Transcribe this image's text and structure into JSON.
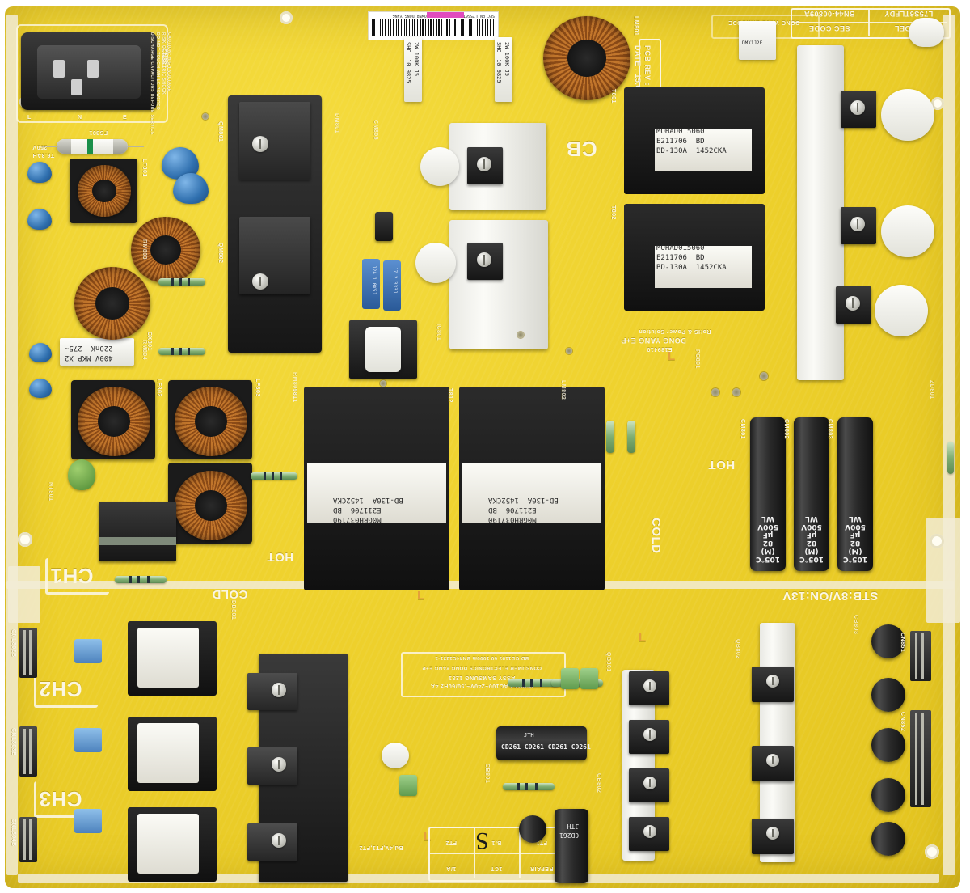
{
  "board": {
    "name": "samsung-led-tv-power-supply-board",
    "substrate_color": "#efd22e",
    "silkscreen_color": "#fbf6e2"
  },
  "header_table": {
    "col1_header": "MODEL",
    "col2_header": "SEC CODE",
    "col1_value": "L75S6TLFDY",
    "col2_value": "BN44-00809A"
  },
  "barcode": {
    "top_text": "SEC PN L75S6TLFDY ASSY PCB POWER DONG YANG",
    "vendor_label": "DONG YANG BARCODE"
  },
  "revision": {
    "line1": "PCB REV : REV 1.1",
    "line2": "DATE : 15.01.15"
  },
  "vendor": {
    "name": "DONG YANG E+P",
    "sub": "RoHS & Power Solution",
    "ul": "E189410"
  },
  "spec_block": {
    "line1": "INPUT : AC100~240V~,50/60Hz 4A",
    "line2": "ASSY  SAMSUNG 1281",
    "line3": "CONSUMER ELECTRONICS  DONG YANG E+P",
    "line4": "BD  GD1193  60 1000m BN44C1231-1"
  },
  "repair_table": {
    "row1": [
      "REPAIR",
      "1CT",
      "1/A"
    ],
    "row2": [
      "FT1",
      "B/1",
      "FT2"
    ],
    "mark": "S",
    "note": "Bd,4V,FT1,FT2"
  },
  "zone_labels": {
    "cb": "CB",
    "ch1": "CH1",
    "ch2": "CH2",
    "ch3": "CH3",
    "hot_left": "HOT",
    "hot_right": "HOT",
    "cold_left": "COLD",
    "cold_mid": "COLD",
    "cold_right": "COLD",
    "stb": "STB:8V/ON:13V",
    "l_mark_1": "L",
    "l_mark_2": "L",
    "l_mark_3": "L"
  },
  "transformers": {
    "pfc": [
      {
        "ref": "T801",
        "line1": "MOHAD015060",
        "line2": "E211706  BD",
        "line3": "BD-130A  1452CKA"
      },
      {
        "ref": "T802",
        "line1": "MOHAD015060",
        "line2": "E211706  BD",
        "line3": "BD-130A  1452CKA"
      }
    ],
    "main": [
      {
        "ref": "T811",
        "line1": "M0GRH037190",
        "line2": "E211706  BD",
        "line3": "BD-130A  1452CKA"
      },
      {
        "ref": "T812",
        "line1": "M0GRH037190",
        "line2": "E211706  BD",
        "line3": "BD-130A  1452CKA"
      }
    ]
  },
  "bulk_caps": [
    {
      "ref": "CM801",
      "cap": "82",
      "unit": "µF",
      "volt": "500V",
      "temp": "105°C (M)",
      "brand": "WL"
    },
    {
      "ref": "CM802",
      "cap": "82",
      "unit": "µF",
      "volt": "500V",
      "temp": "105°C (M)",
      "brand": "WL"
    },
    {
      "ref": "CM803",
      "cap": "82",
      "unit": "µF",
      "volt": "500V",
      "temp": "105°C (M)",
      "brand": "WL"
    }
  ],
  "film_caps": [
    {
      "ref": "CX801",
      "line1": "220nK  275~",
      "line2": "400V MKP X2"
    },
    {
      "ref": "CX802",
      "line1": "220nK  275~",
      "line2": "400V MKP X2"
    }
  ],
  "fuse": {
    "ref": "FS801",
    "rating_line1": "250V",
    "rating_line2": "T6.3AH"
  },
  "cement_resistors": [
    {
      "ref": "RM801",
      "line1": "2W 100K J5",
      "line2": "SHC  10 9825"
    },
    {
      "ref": "RM802",
      "line1": "2W 100K J5",
      "line2": "SHC  10 9825"
    }
  ],
  "small_caps": {
    "brand": "JTH",
    "series": "CD261",
    "count_label": "CD261 CD261 CD261 CD261"
  },
  "ac_inlet": {
    "ref": "CN801",
    "pins": [
      "L",
      "N",
      "E"
    ]
  },
  "designators": [
    "CM801",
    "CM802",
    "CM803",
    "CX801",
    "CX802",
    "FS801",
    "LF801",
    "LF802",
    "LF803",
    "T801",
    "T802",
    "T811",
    "T812",
    "QM801",
    "QM802",
    "DM801",
    "IC801",
    "CN801",
    "CNL802B",
    "CNL803B",
    "CNL804B",
    "CNL805B",
    "CN851",
    "CN852",
    "CNB801",
    "RM801",
    "RM802",
    "RM803",
    "RM804",
    "RM805",
    "DB801",
    "ZD801",
    "PC801",
    "CB801",
    "CB802",
    "CB803",
    "LM801",
    "LM802",
    "QB801",
    "QB802",
    "QB803"
  ]
}
